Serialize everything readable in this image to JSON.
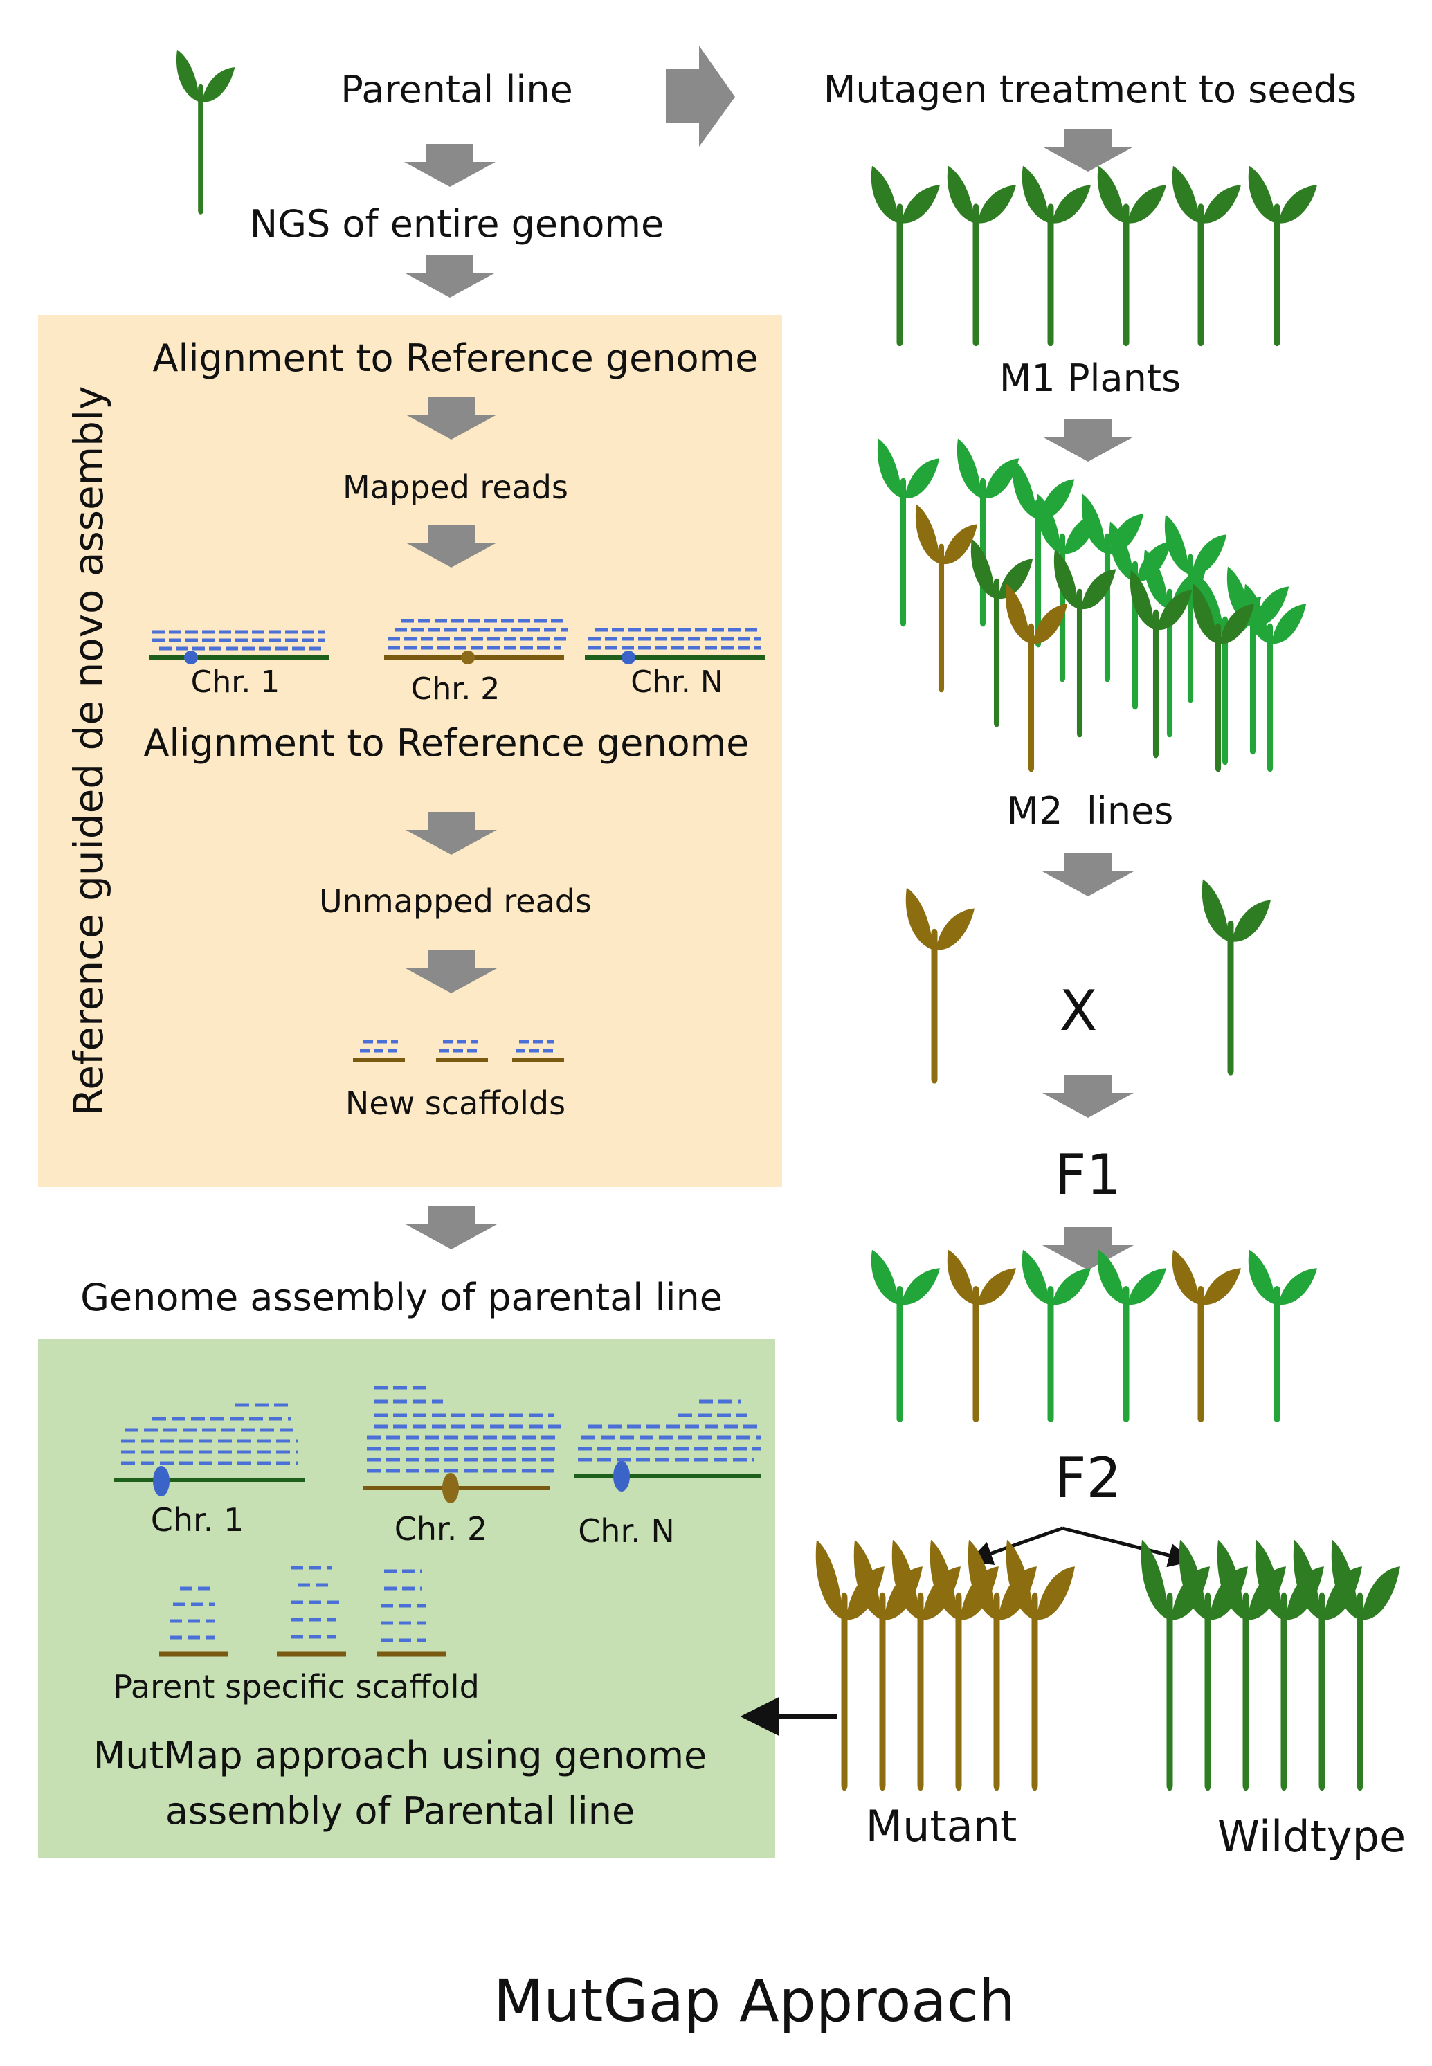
{
  "texts": {
    "parental_line": "Parental line",
    "ngs": "NGS of entire genome",
    "mutagen": "Mutagen treatment to seeds",
    "align1": "Alignment to Reference genome",
    "mapped": "Mapped reads",
    "chr1": "Chr. 1",
    "chr2": "Chr. 2",
    "chrN": "Chr. N",
    "align2": "Alignment to Reference genome",
    "unmapped": "Unmapped reads",
    "new_scaffolds": "New scaffolds",
    "side_label": "Reference guided de novo assembly",
    "assembly": "Genome assembly of parental line",
    "g_chr1": "Chr. 1",
    "g_chr2": "Chr. 2",
    "g_chrN": "Chr. N",
    "parent_scaffold": "Parent specific scaffold",
    "mutmap_line1": "MutMap approach using genome",
    "mutmap_line2": "assembly of Parental line",
    "m1": "M1 Plants",
    "m2": "M2  lines",
    "cross": "X",
    "f1": "F1",
    "f2": "F2",
    "mutant": "Mutant",
    "wildtype": "Wildtype",
    "footer": "MutGap Approach"
  },
  "colors": {
    "peach_panel": "#fde9c5",
    "green_panel": "#c6e0b4",
    "arrow_gray": "#8a8a8a",
    "dark_green": "#2f7d22",
    "bright_green": "#22a63a",
    "mutant_brown": "#8c6d0f",
    "read_blue": "#4a6fd6",
    "centromere_blue": "#3a64c8",
    "centromere_brown": "#8b6a1a",
    "chrom_green": "#1f5f1c",
    "chrom_brown": "#7a5a10"
  }
}
